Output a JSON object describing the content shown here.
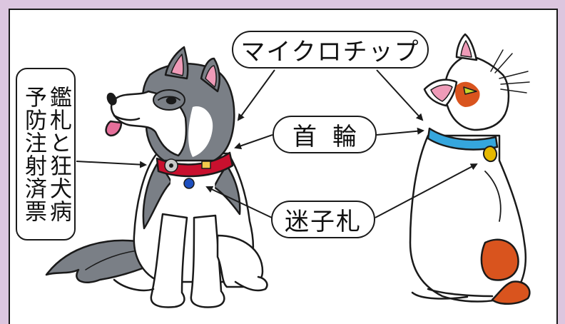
{
  "labels": {
    "microchip": "マイクロチップ",
    "collar": "首輪",
    "name_tag": "迷子札",
    "dog_tag_col1": "鑑札と狂犬病",
    "dog_tag_col2": "予防注射済票"
  },
  "colors": {
    "background_frame": "#dcc6df",
    "dog_collar": "#c8102e",
    "cat_collar": "#35a6dd",
    "cat_patch": "#d9541e",
    "dog_tag_blue": "#1d4fbf",
    "cat_tag_gold": "#e6b800"
  }
}
